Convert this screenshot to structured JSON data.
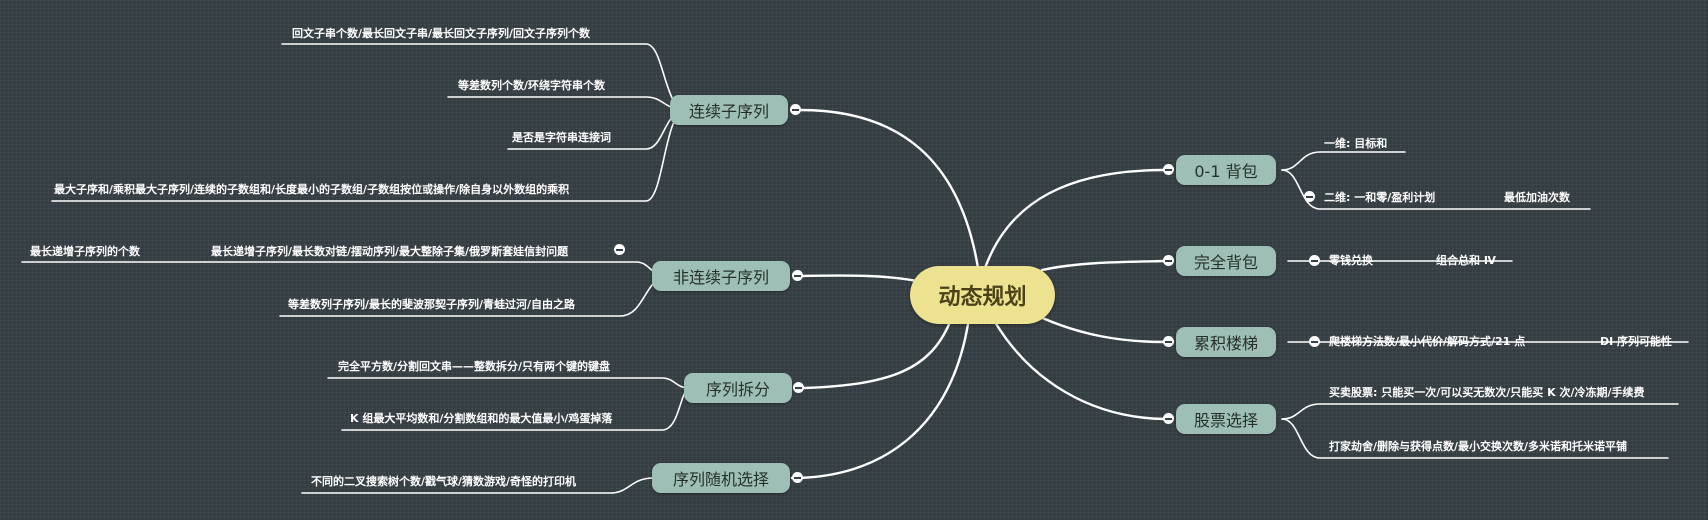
{
  "root": {
    "label": "动态规划"
  },
  "left": [
    {
      "label": "连续子序列",
      "leaves": [
        "回文子串个数/最长回文子串/最长回文子序列/回文子序列个数",
        "等差数列个数/环绕字符串个数",
        "是否是字符串连接词",
        "最大子序和/乘积最大子序列/连续的子数组和/长度最小的子数组/子数组按位或操作/除自身以外数组的乘积"
      ]
    },
    {
      "label": "非连续子序列",
      "leaves": [
        "最长递增子序列/最长数对链/摆动序列/最大整除子集/俄罗斯套娃信封问题",
        "等差数列子序列/最长的斐波那契子序列/青蛙过河/自由之路"
      ],
      "sub_leaf": "最长递增子序列的个数"
    },
    {
      "label": "序列拆分",
      "leaves": [
        "完全平方数/分割回文串——整数拆分/只有两个键的键盘",
        "K 组最大平均数和/分割数组和的最大值最小/鸡蛋掉落"
      ]
    },
    {
      "label": "序列随机选择",
      "leaves": [
        "不同的二叉搜索树个数/戳气球/猜数游戏/奇怪的打印机"
      ]
    }
  ],
  "right": [
    {
      "label": "0-1 背包",
      "leaves": [
        "一维: 目标和",
        "二维: 一和零/盈利计划"
      ],
      "sub_leaf": "最低加油次数"
    },
    {
      "label": "完全背包",
      "leaves": [
        "零钱兑换"
      ],
      "sub_leaf": "组合总和 Ⅳ"
    },
    {
      "label": "累积楼梯",
      "leaves": [
        "爬楼梯方法数/最小代价/解码方式/21 点"
      ],
      "sub_leaf": "DI 序列可能性"
    },
    {
      "label": "股票选择",
      "leaves": [
        "买卖股票: 只能买一次/可以买无数次/只能买 K 次/冷冻期/手续费",
        "打家劫舍/删除与获得点数/最小交换次数/多米诺和托米诺平铺"
      ]
    }
  ]
}
